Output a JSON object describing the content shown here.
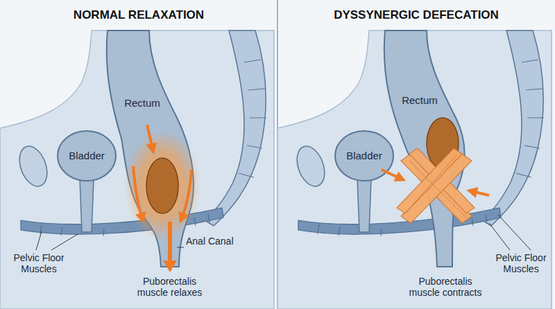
{
  "diagram": {
    "labels": [
      "NORMAL RELAXATION",
      "DYSSYNERGIC DEFECATION",
      "Rectum",
      "Bladder",
      "Anal Canal",
      "Pelvic Floor Muscles",
      "Puborectalis muscle relaxes",
      "Rectum",
      "Bladder",
      "Puborectalis muscle contracts",
      "Pelvic Floor Muscles"
    ]
  }
}
